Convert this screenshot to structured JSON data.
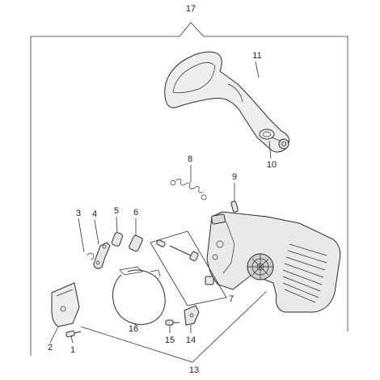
{
  "labels": {
    "l17": "17",
    "l11": "11",
    "l10": "10",
    "l8": "8",
    "l9": "9",
    "l3": "3",
    "l4": "4",
    "l5": "5",
    "l6": "6",
    "l7": "7",
    "l16": "16",
    "l15": "15",
    "l14": "14",
    "l2": "2",
    "l1": "1",
    "l13": "13"
  }
}
